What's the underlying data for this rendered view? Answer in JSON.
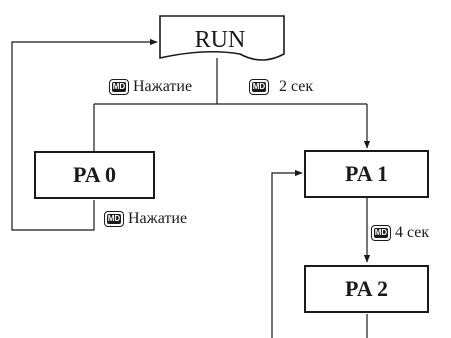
{
  "nodes": {
    "run": "RUN",
    "pa0": "PA 0",
    "pa1": "PA 1",
    "pa2": "PA 2"
  },
  "transitions": {
    "run_to_pa0": {
      "icon": "MD",
      "label": "Нажатие"
    },
    "run_to_pa1": {
      "icon": "MD",
      "label": "2 сек"
    },
    "pa0_to_run": {
      "icon": "MD",
      "label": "Нажатие"
    },
    "pa1_to_pa2": {
      "icon": "MD",
      "label": "4 сек"
    }
  }
}
